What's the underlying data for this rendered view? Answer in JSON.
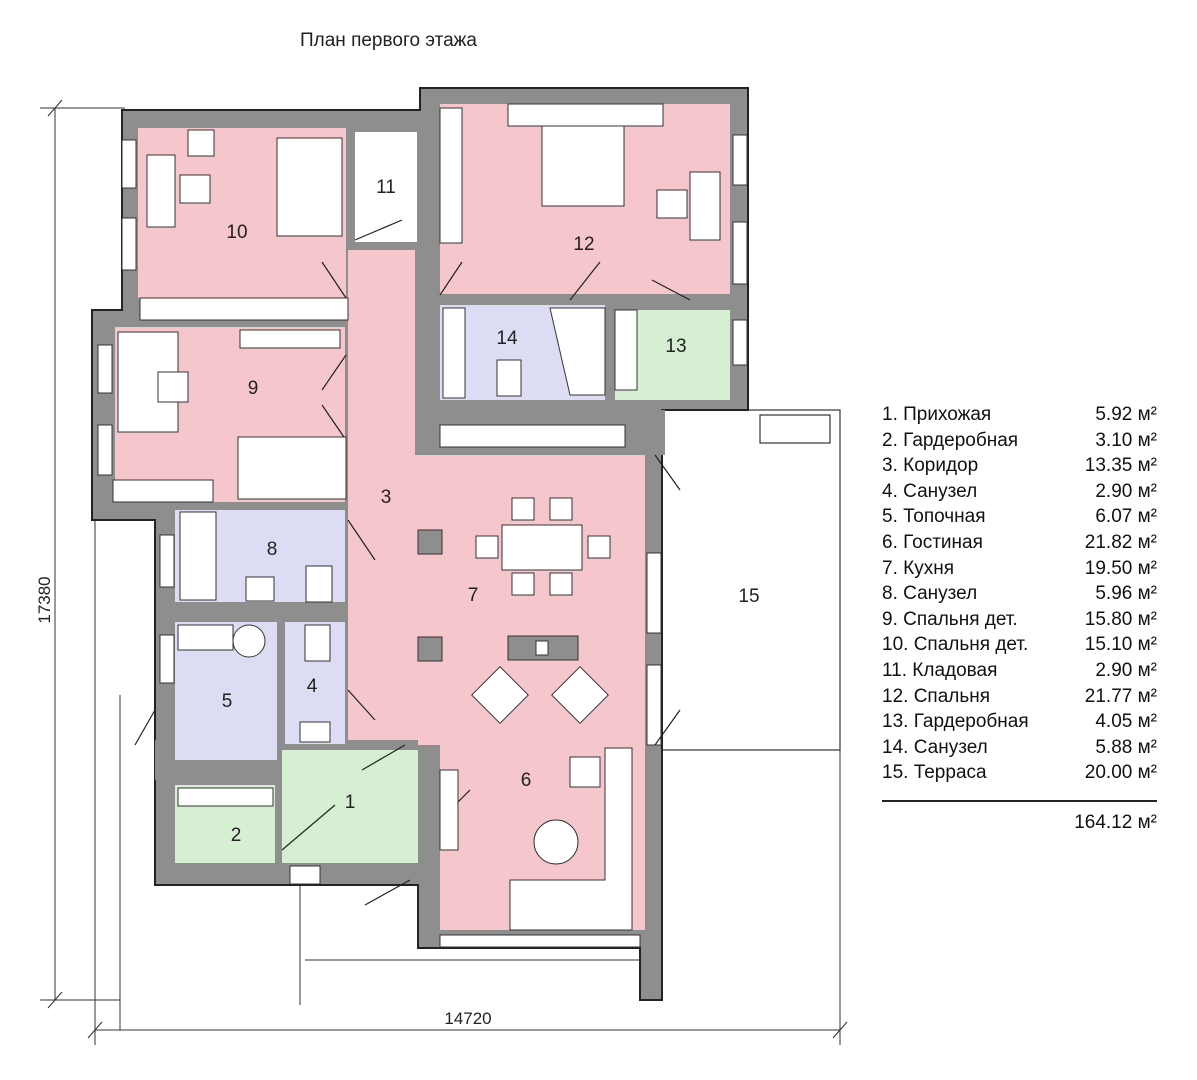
{
  "title": "План первого этажа",
  "dimensions": {
    "width": "14720",
    "height": "17380"
  },
  "rooms": [
    {
      "num": "1",
      "name": "Прихожая",
      "area": "5.92 м²"
    },
    {
      "num": "2",
      "name": "Гардеробная",
      "area": "3.10 м²"
    },
    {
      "num": "3",
      "name": "Коридор",
      "area": "13.35 м²"
    },
    {
      "num": "4",
      "name": "Санузел",
      "area": "2.90 м²"
    },
    {
      "num": "5",
      "name": "Топочная",
      "area": "6.07 м²"
    },
    {
      "num": "6",
      "name": "Гостиная",
      "area": "21.82 м²"
    },
    {
      "num": "7",
      "name": "Кухня",
      "area": "19.50 м²"
    },
    {
      "num": "8",
      "name": "Санузел",
      "area": "5.96 м²"
    },
    {
      "num": "9",
      "name": "Спальня дет.",
      "area": "15.80 м²"
    },
    {
      "num": "10",
      "name": "Спальня дет.",
      "area": "15.10 м²"
    },
    {
      "num": "11",
      "name": "Кладовая",
      "area": "2.90 м²"
    },
    {
      "num": "12",
      "name": "Спальня",
      "area": "21.77 м²"
    },
    {
      "num": "13",
      "name": "Гардеробная",
      "area": "4.05 м²"
    },
    {
      "num": "14",
      "name": "Санузел",
      "area": "5.88 м²"
    },
    {
      "num": "15",
      "name": "Терраса",
      "area": "20.00 м²"
    }
  ],
  "total_area": "164.12 м²",
  "colors": {
    "living": "#f5c6cc",
    "bath": "#dcdcf5",
    "wardrobe": "#d6eed2",
    "wall": "#8e8e8e",
    "wall_outline": "#222222"
  }
}
